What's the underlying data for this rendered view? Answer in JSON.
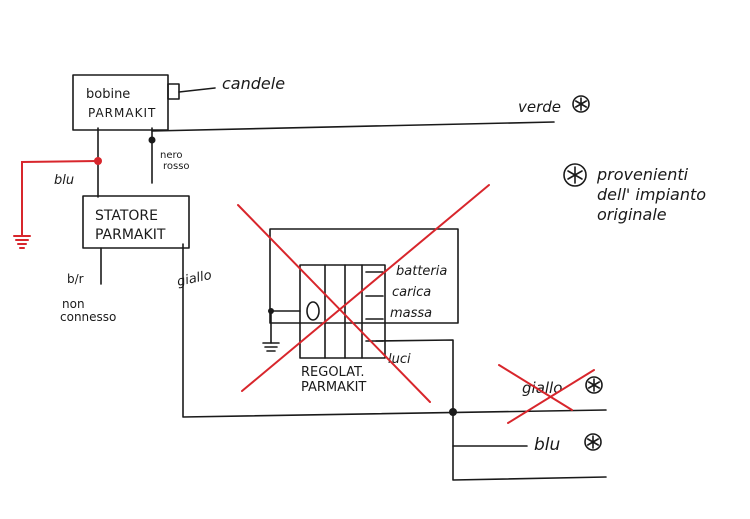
{
  "labels": {
    "bobine": [
      "bobine",
      "PARMAKIT"
    ],
    "candele": "candele",
    "verde": "verde",
    "nero_rosso": [
      "nero",
      "rosso"
    ],
    "blu_left": "blu",
    "statore": [
      "STATORE",
      "PARMAKIT"
    ],
    "giallo_left": "giallo",
    "br": "b/r",
    "non_connesso": [
      "non",
      "connesso"
    ],
    "batteria": "batteria",
    "carica": "carica",
    "massa": "massa",
    "luci": "luci",
    "regolatore": [
      "REGOLAT.",
      "PARMAKIT"
    ],
    "giallo_right": "giallo",
    "blu_right": "blu",
    "legend": [
      "provenienti",
      "dell' impianto",
      "originale"
    ]
  },
  "colors": {
    "ink": "#1a1a1a",
    "red": "#d8262c"
  },
  "icons": {
    "origin_marker": "asterisk-circle-icon",
    "ground": "ground-symbol-icon"
  }
}
